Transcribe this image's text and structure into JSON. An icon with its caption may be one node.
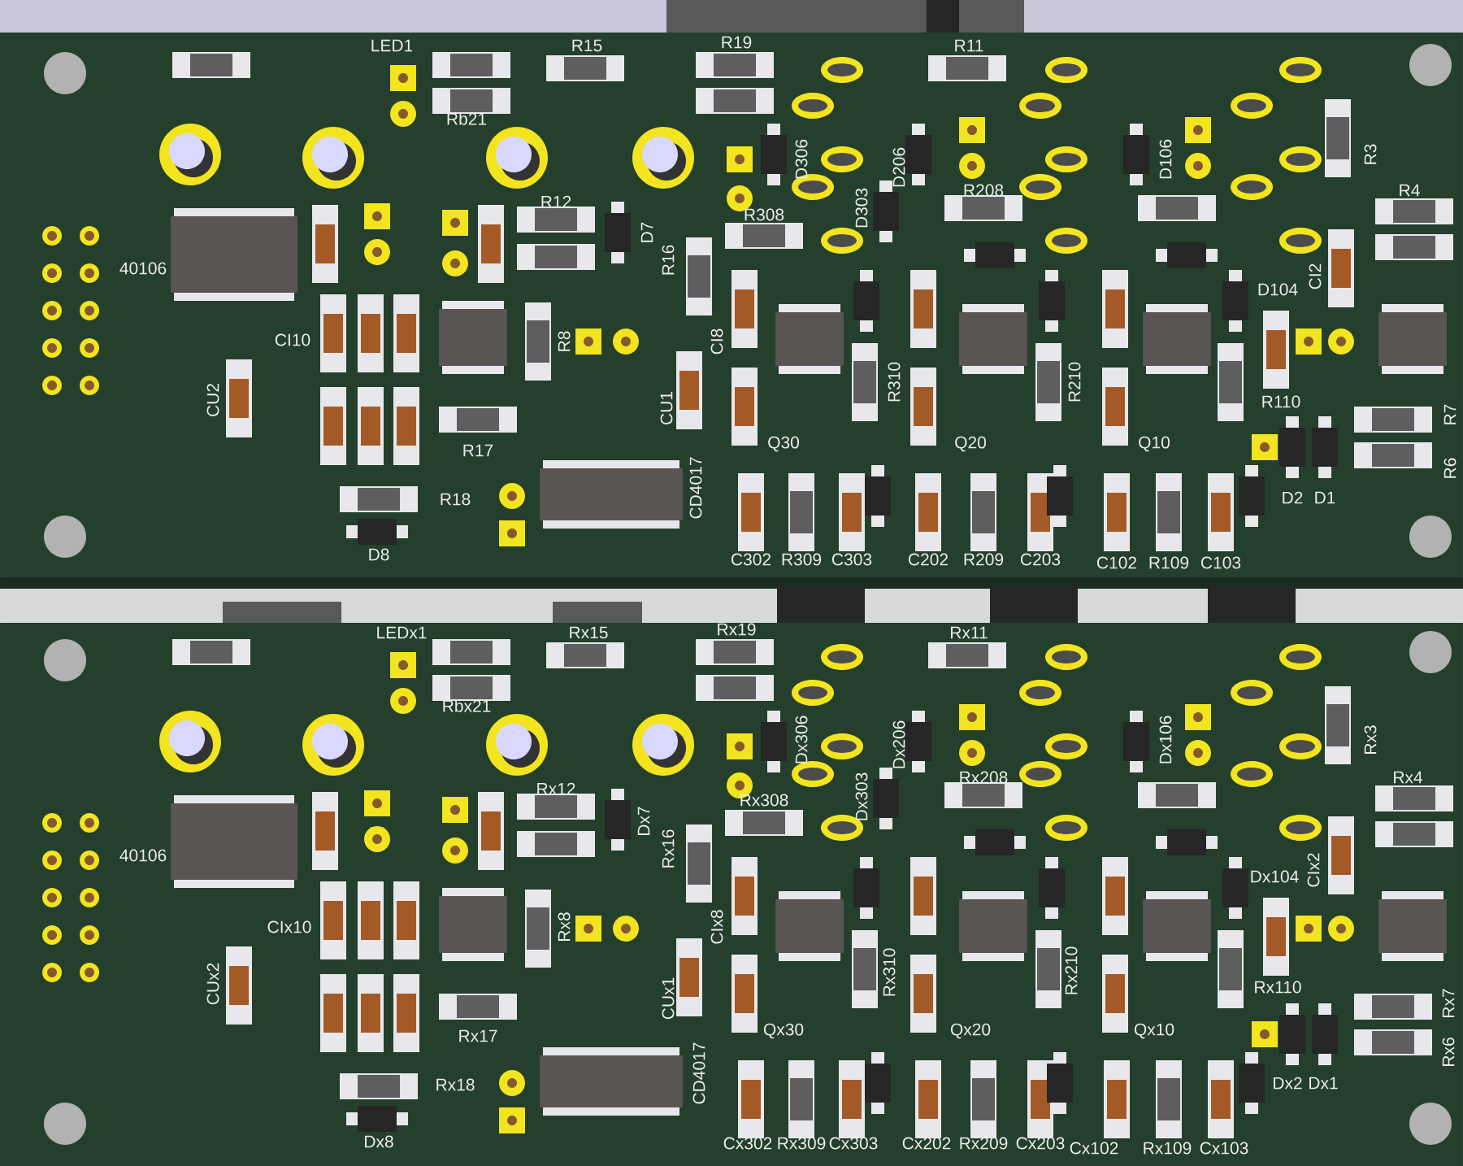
{
  "diagram": {
    "labels": [
      "LED1",
      "R15",
      "R19",
      "R11",
      "Rb21",
      "D306",
      "D206",
      "D106",
      "R3",
      "R12",
      "R308",
      "D303",
      "R208",
      "R4",
      "40106",
      "D7",
      "R16",
      "CI2",
      "D104",
      "CI10",
      "R8",
      "CI8",
      "CU2",
      "CU1",
      "R310",
      "R210",
      "R110",
      "R7",
      "R17",
      "Q30",
      "Q20",
      "Q10",
      "R6",
      "R18",
      "CD4017",
      "D2",
      "D1",
      "D8",
      "C302",
      "R309",
      "C303",
      "C202",
      "R209",
      "C203",
      "C102",
      "R109",
      "C103",
      "LEDx1",
      "Rx15",
      "Rx19",
      "Rx11",
      "Rbx21",
      "Dx306",
      "Dx206",
      "Dx106",
      "Rx3",
      "Rx12",
      "Rx308",
      "Dx303",
      "Rx208",
      "Rx4",
      "40106",
      "Dx7",
      "Rx16",
      "CIx2",
      "Dx104",
      "CIx10",
      "Rx8",
      "CIx8",
      "CUx2",
      "CUx1",
      "Rx310",
      "Rx210",
      "Rx110",
      "Rx7",
      "Rx17",
      "Qx30",
      "Qx20",
      "Qx10",
      "Rx6",
      "Rx18",
      "CD4017",
      "Dx2",
      "Dx1",
      "Dx8",
      "Cx302",
      "Rx309",
      "Cx303",
      "Cx202",
      "Rx209",
      "Cx203",
      "Cx102",
      "Rx109",
      "Cx103"
    ]
  }
}
